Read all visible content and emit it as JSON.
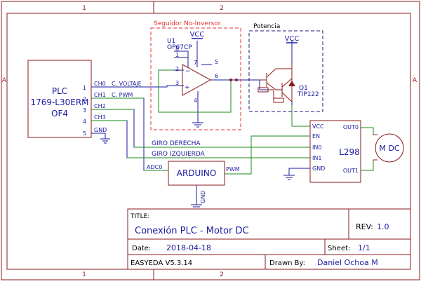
{
  "frame": {
    "col_markers": [
      "1",
      "2"
    ],
    "row_markers": [
      "A",
      "A"
    ]
  },
  "plc": {
    "label_line1": "PLC",
    "label_line2": "1769-L30ERM",
    "label_line3": "OF4",
    "pins": [
      {
        "num": "1",
        "name": "CH0",
        "net": "C. VOLTAJE"
      },
      {
        "num": "2",
        "name": "CH1",
        "net": "C. PWM"
      },
      {
        "num": "3",
        "name": "CH2",
        "net": ""
      },
      {
        "num": "4",
        "name": "CH3",
        "net": ""
      },
      {
        "num": "5",
        "name": "GND",
        "net": ""
      }
    ]
  },
  "follower": {
    "title": "Seguidor No-Inversor",
    "vcc": "VCC",
    "designator": "U1",
    "part": "OP07CP",
    "pins": [
      "8",
      "1",
      "2",
      "3",
      "4",
      "5",
      "6",
      "7"
    ]
  },
  "power": {
    "title": "Potencia",
    "vcc": "VCC",
    "designator": "Q1",
    "part": "TIP122"
  },
  "nets": {
    "giro_derecha": "GIRO DERECHA",
    "giro_izquierda": "GIRO IZQUIERDA"
  },
  "arduino": {
    "label": "ARDUINO",
    "adc_pin": "ADC0",
    "pwm_pin": "PWM",
    "gnd_pin": "GND"
  },
  "driver": {
    "label": "L298",
    "left_pins": [
      "VCC",
      "EN",
      "IN0",
      "IN1",
      "GND"
    ],
    "right_pins": [
      "OUT0",
      "OUT1"
    ]
  },
  "motor": {
    "label": "M DC"
  },
  "title_block": {
    "title_label": "TITLE:",
    "title": "Conexión PLC - Motor DC",
    "rev_label": "REV:",
    "rev": "1.0",
    "date_label": "Date:",
    "date": "2018-04-18",
    "sheet_label": "Sheet:",
    "sheet": "1/1",
    "software": "EASYEDA V5.3.14",
    "drawn_label": "Drawn By:",
    "drawn": "Daniel Ochoa M"
  }
}
